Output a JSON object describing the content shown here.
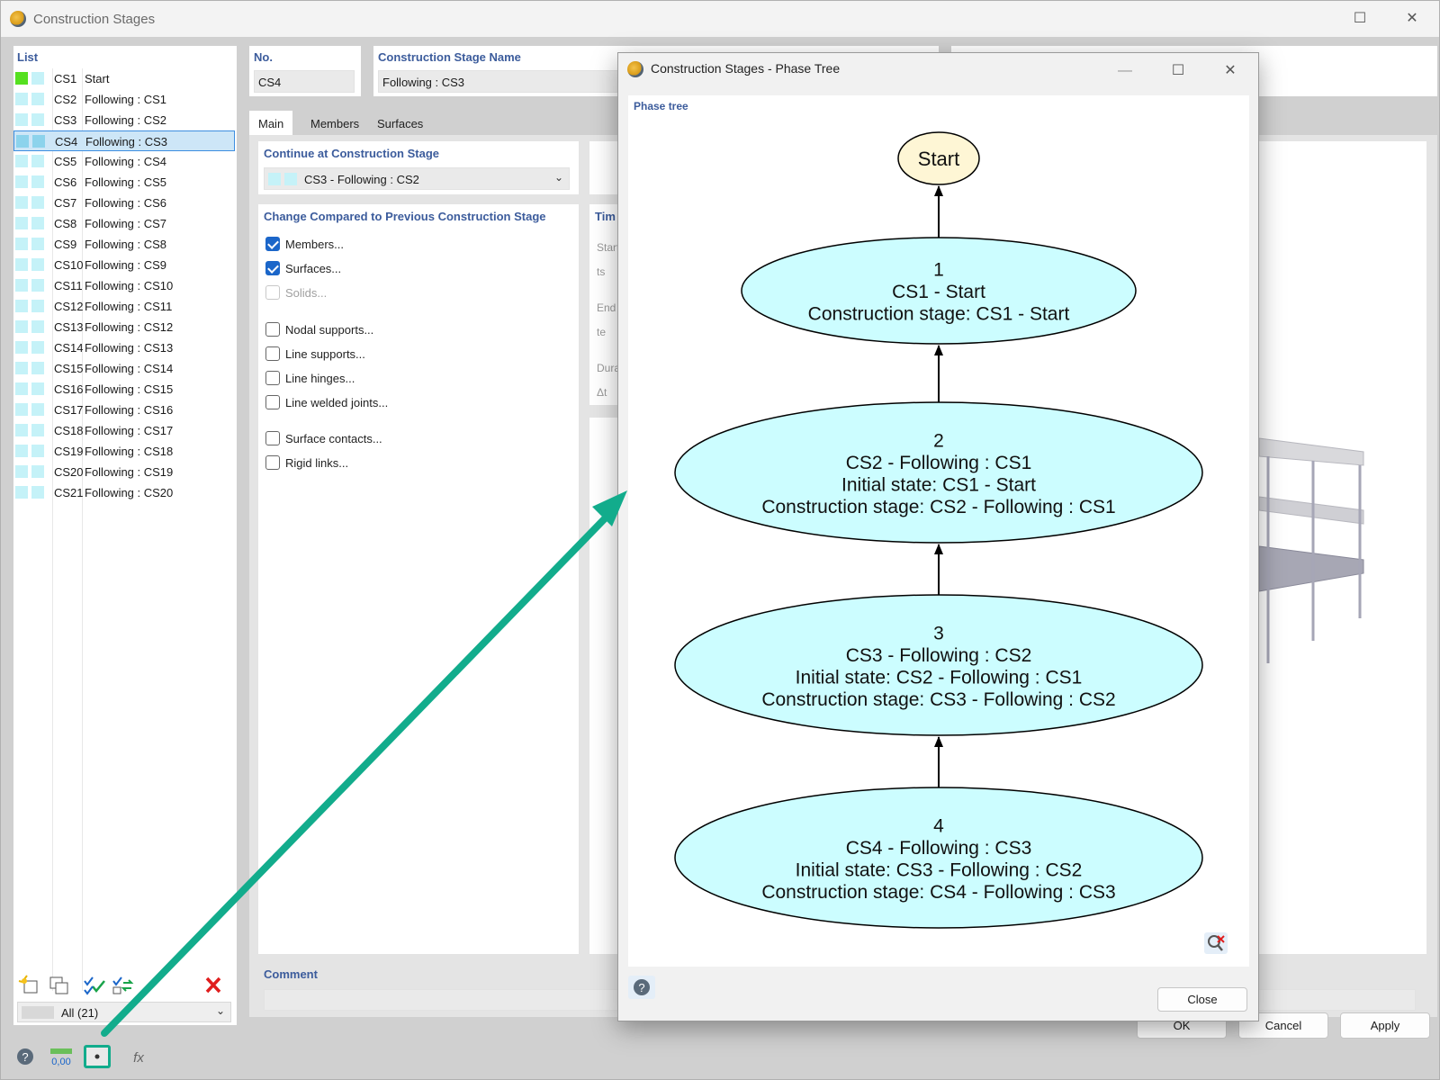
{
  "window": {
    "title": "Construction Stages"
  },
  "list": {
    "header": "List",
    "items": [
      {
        "id": "CS1",
        "name": "Start"
      },
      {
        "id": "CS2",
        "name": "Following : CS1"
      },
      {
        "id": "CS3",
        "name": "Following : CS2"
      },
      {
        "id": "CS4",
        "name": "Following : CS3"
      },
      {
        "id": "CS5",
        "name": "Following : CS4"
      },
      {
        "id": "CS6",
        "name": "Following : CS5"
      },
      {
        "id": "CS7",
        "name": "Following : CS6"
      },
      {
        "id": "CS8",
        "name": "Following : CS7"
      },
      {
        "id": "CS9",
        "name": "Following : CS8"
      },
      {
        "id": "CS10",
        "name": "Following : CS9"
      },
      {
        "id": "CS11",
        "name": "Following : CS10"
      },
      {
        "id": "CS12",
        "name": "Following : CS11"
      },
      {
        "id": "CS13",
        "name": "Following : CS12"
      },
      {
        "id": "CS14",
        "name": "Following : CS13"
      },
      {
        "id": "CS15",
        "name": "Following : CS14"
      },
      {
        "id": "CS16",
        "name": "Following : CS15"
      },
      {
        "id": "CS17",
        "name": "Following : CS16"
      },
      {
        "id": "CS18",
        "name": "Following : CS17"
      },
      {
        "id": "CS19",
        "name": "Following : CS18"
      },
      {
        "id": "CS20",
        "name": "Following : CS19"
      },
      {
        "id": "CS21",
        "name": "Following : CS20"
      }
    ],
    "selected_index": 3,
    "filter": "All (21)"
  },
  "form": {
    "no_label": "No.",
    "no_value": "CS4",
    "name_label": "Construction Stage Name",
    "name_value": "Following : CS3",
    "tabs": [
      "Main",
      "Members",
      "Surfaces"
    ],
    "continue_label": "Continue at Construction Stage",
    "continue_value": "CS3 - Following : CS2",
    "change_label": "Change Compared to Previous Construction Stage",
    "checks": [
      {
        "label": "Members...",
        "state": "checked"
      },
      {
        "label": "Surfaces...",
        "state": "checked"
      },
      {
        "label": "Solids...",
        "state": "disabled"
      },
      {
        "label": "Nodal supports...",
        "state": "unchecked"
      },
      {
        "label": "Line supports...",
        "state": "unchecked"
      },
      {
        "label": "Line hinges...",
        "state": "unchecked"
      },
      {
        "label": "Line welded joints...",
        "state": "unchecked"
      },
      {
        "label": "Surface contacts...",
        "state": "unchecked"
      },
      {
        "label": "Rigid links...",
        "state": "unchecked"
      }
    ],
    "time_header": "Tim",
    "time_labels": [
      "Start",
      "ts",
      "End",
      "te",
      "Dura",
      "Δt"
    ],
    "comment_label": "Comment"
  },
  "buttons": {
    "ok": "OK",
    "cancel": "Cancel",
    "apply": "Apply"
  },
  "dialog": {
    "title": "Construction Stages - Phase Tree",
    "phase_label": "Phase tree",
    "close": "Close",
    "nodes": [
      {
        "lines": [
          "Start"
        ]
      },
      {
        "lines": [
          "1",
          "CS1 - Start",
          "Construction stage: CS1 - Start"
        ]
      },
      {
        "lines": [
          "2",
          "CS2 - Following : CS1",
          "Initial state: CS1 - Start",
          "Construction stage: CS2 - Following : CS1"
        ]
      },
      {
        "lines": [
          "3",
          "CS3 - Following : CS2",
          "Initial state: CS2 - Following : CS1",
          "Construction stage: CS3 - Following : CS2"
        ]
      },
      {
        "lines": [
          "4",
          "CS4 - Following : CS3",
          "Initial state: CS3 - Following : CS2",
          "Construction stage: CS4 - Following : CS3"
        ]
      }
    ]
  },
  "colors": {
    "accent": "#1b66c9",
    "label_blue": "#3c5c9c",
    "node_fill": "#ccfdff",
    "start_fill": "#fef6d5",
    "annotation_green": "#12ac8c"
  }
}
